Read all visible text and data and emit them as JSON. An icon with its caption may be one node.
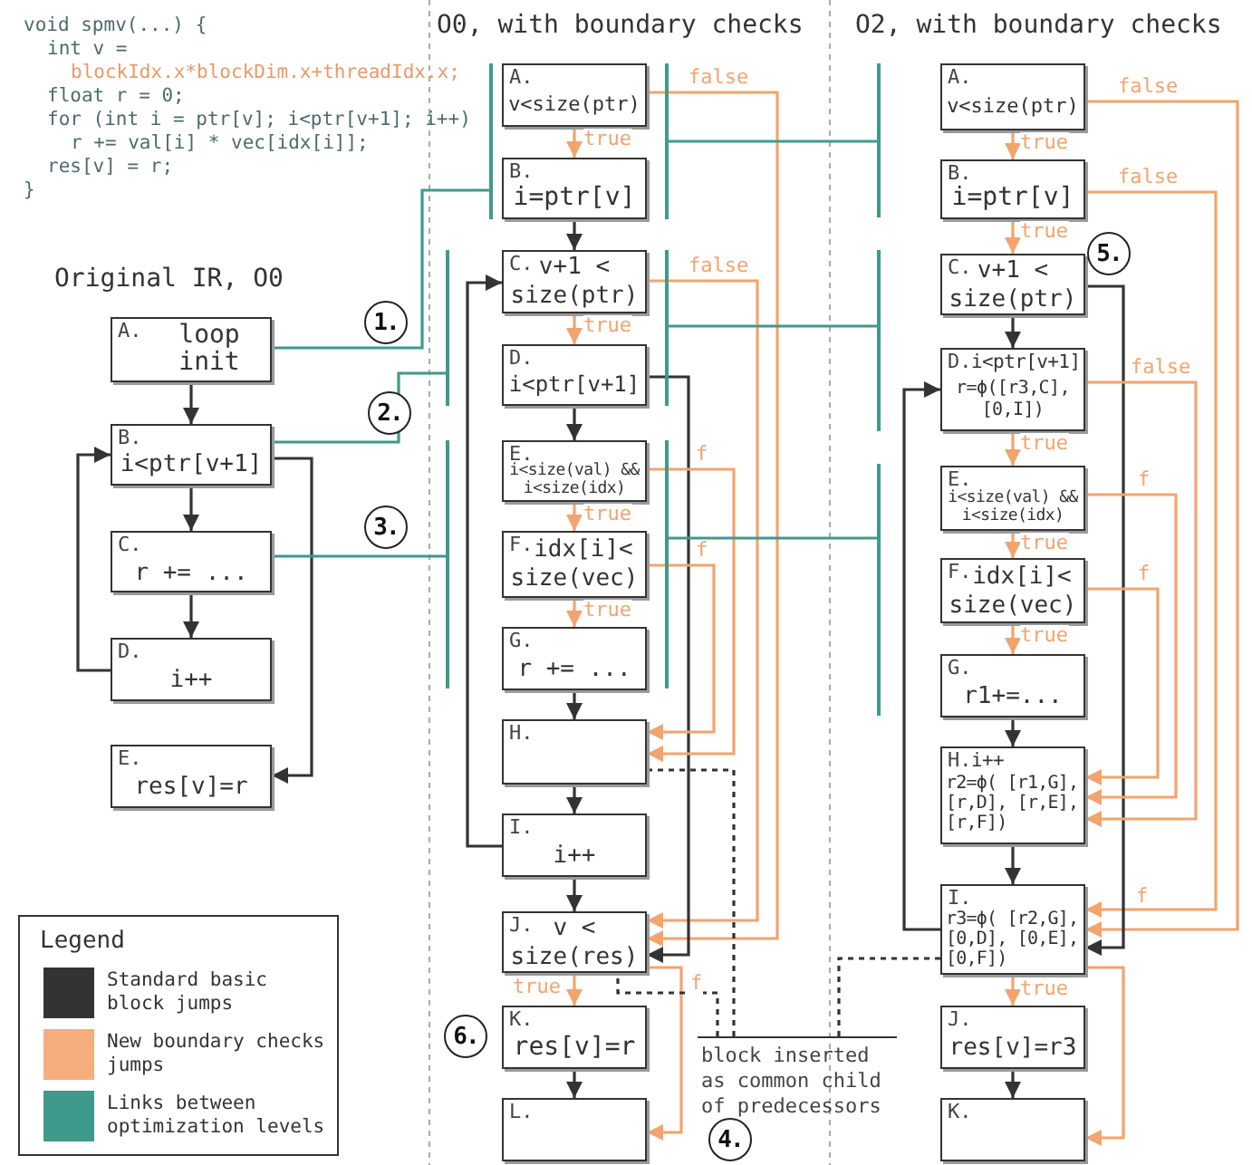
{
  "diagram": {
    "nodes": [
      {
        "text": [
          "A.",
          "loop init"
        ]
      },
      {
        "text": [
          "B.",
          "i<ptr[v+1]"
        ]
      },
      {
        "text": [
          "C.",
          "r += ..."
        ]
      },
      {
        "text": [
          "D.",
          "i++"
        ]
      },
      {
        "text": [
          "E.",
          "res[v]=r"
        ]
      },
      {
        "text": [
          "A.",
          "v<size(ptr)"
        ]
      },
      {
        "text": [
          "B.",
          "i=ptr[v]"
        ]
      },
      {
        "text": [
          "C.",
          "v+1 < size(ptr)"
        ]
      },
      {
        "text": [
          "D.",
          "i<ptr[v+1]"
        ]
      },
      {
        "text": [
          "E.",
          "i<size(val) && i<size(idx)"
        ]
      },
      {
        "text": [
          "F.",
          "idx[i]< size(vec)"
        ]
      },
      {
        "text": [
          "G.",
          "r += ..."
        ]
      },
      {
        "text": [
          "H."
        ]
      },
      {
        "text": [
          "I.",
          "i++"
        ]
      },
      {
        "text": [
          "J.",
          "v < size(res)"
        ]
      },
      {
        "text": [
          "K.",
          "res[v]=r"
        ]
      },
      {
        "text": [
          "L."
        ]
      },
      {
        "text": [
          "A.",
          "v<size(ptr)"
        ]
      },
      {
        "text": [
          "B.",
          "i=ptr[v]"
        ]
      },
      {
        "text": [
          "C.",
          "v+1 < size(ptr)"
        ]
      },
      {
        "text": [
          "D.",
          "i<ptr[v+1]",
          "r=ϕ([r3,C], [0,I])"
        ]
      },
      {
        "text": [
          "E.",
          "i<size(val) && i<size(idx)"
        ]
      },
      {
        "text": [
          "F.",
          "idx[i]< size(vec)"
        ]
      },
      {
        "text": [
          "G.",
          "r1+=..."
        ]
      },
      {
        "text": [
          "H.",
          "i++",
          "r2=ϕ( [r1,G],[r,D], [r,E],[r,F])"
        ]
      },
      {
        "text": [
          "I.",
          "r3=ϕ( [r2,G],[0,D], [0,E],[0,F])"
        ]
      },
      {
        "text": [
          "J.",
          "res[v]=r3"
        ]
      },
      {
        "text": [
          "K."
        ]
      },
      {
        "text": [],
        "shape": "bar"
      },
      {
        "text": [],
        "shape": "bar"
      },
      {
        "text": [],
        "shape": "bar"
      },
      {
        "text": [],
        "shape": "bar"
      },
      {
        "text": [],
        "shape": "bar"
      },
      {
        "text": [],
        "shape": "bar"
      },
      {
        "text": [],
        "shape": "bar"
      },
      {
        "text": [],
        "shape": "bar"
      },
      {
        "text": [],
        "shape": "bar"
      },
      {
        "text": [
          "block inserted as common child of predecessors"
        ],
        "beside": [
          "4."
        ]
      }
    ],
    "edges": [
      {
        "from": 0,
        "to": 1,
        "arrow": "to",
        "color": "#333333"
      },
      {
        "from": 1,
        "to": 2,
        "arrow": "to",
        "color": "#333333"
      },
      {
        "from": 2,
        "to": 3,
        "arrow": "to",
        "color": "#333333"
      },
      {
        "from": 3,
        "to": 1,
        "arrow": "to",
        "color": "#333333"
      },
      {
        "from": 1,
        "to": 4,
        "arrow": "to",
        "color": "#333333"
      },
      {
        "from": 5,
        "to": 6,
        "arrow": "to",
        "label": "true",
        "color": "#f2a46e"
      },
      {
        "from": 5,
        "to": 14,
        "arrow": "to",
        "label": "false",
        "color": "#f2a46e"
      },
      {
        "from": 6,
        "to": 7,
        "arrow": "to",
        "color": "#333333"
      },
      {
        "from": 7,
        "to": 8,
        "arrow": "to",
        "label": "true",
        "color": "#f2a46e"
      },
      {
        "from": 7,
        "to": 14,
        "arrow": "to",
        "label": "false",
        "color": "#f2a46e"
      },
      {
        "from": 8,
        "to": 9,
        "arrow": "to",
        "color": "#333333"
      },
      {
        "from": 8,
        "to": 14,
        "arrow": "to",
        "color": "#333333"
      },
      {
        "from": 9,
        "to": 10,
        "arrow": "to",
        "label": "true",
        "color": "#f2a46e"
      },
      {
        "from": 9,
        "to": 12,
        "arrow": "to",
        "label": "f",
        "color": "#f2a46e"
      },
      {
        "from": 10,
        "to": 11,
        "arrow": "to",
        "label": "true",
        "color": "#f2a46e"
      },
      {
        "from": 10,
        "to": 12,
        "arrow": "to",
        "label": "f",
        "color": "#f2a46e"
      },
      {
        "from": 11,
        "to": 12,
        "arrow": "to",
        "color": "#333333"
      },
      {
        "from": 12,
        "to": 13,
        "arrow": "to",
        "color": "#333333"
      },
      {
        "from": 13,
        "to": 14,
        "arrow": "to",
        "color": "#333333"
      },
      {
        "from": 13,
        "to": 7,
        "arrow": "to",
        "color": "#333333"
      },
      {
        "from": 14,
        "to": 15,
        "arrow": "to",
        "label": "true",
        "color": "#f2a46e"
      },
      {
        "from": 14,
        "to": 16,
        "arrow": "to",
        "label": "f",
        "color": "#f2a46e"
      },
      {
        "from": 15,
        "to": 16,
        "arrow": "to",
        "color": "#333333"
      },
      {
        "from": 17,
        "to": 18,
        "arrow": "to",
        "label": "true",
        "color": "#f2a46e"
      },
      {
        "from": 17,
        "to": 25,
        "arrow": "to",
        "label": "false",
        "color": "#f2a46e"
      },
      {
        "from": 18,
        "to": 19,
        "arrow": "to",
        "label": "true",
        "color": "#f2a46e"
      },
      {
        "from": 18,
        "to": 25,
        "arrow": "to",
        "label": "false",
        "color": "#f2a46e"
      },
      {
        "from": 19,
        "to": 20,
        "arrow": "to",
        "color": "#333333"
      },
      {
        "from": 19,
        "to": 25,
        "arrow": "to",
        "color": "#333333"
      },
      {
        "from": 20,
        "to": 21,
        "arrow": "to",
        "label": "true",
        "color": "#f2a46e"
      },
      {
        "from": 20,
        "to": 24,
        "arrow": "to",
        "label": "false",
        "color": "#f2a46e"
      },
      {
        "from": 21,
        "to": 22,
        "arrow": "to",
        "label": "true",
        "color": "#f2a46e"
      },
      {
        "from": 21,
        "to": 24,
        "arrow": "to",
        "label": "f",
        "color": "#f2a46e"
      },
      {
        "from": 22,
        "to": 23,
        "arrow": "to",
        "label": "true",
        "color": "#f2a46e"
      },
      {
        "from": 22,
        "to": 24,
        "arrow": "to",
        "label": "f",
        "color": "#f2a46e"
      },
      {
        "from": 23,
        "to": 24,
        "arrow": "to",
        "color": "#333333"
      },
      {
        "from": 24,
        "to": 25,
        "arrow": "to",
        "color": "#333333"
      },
      {
        "from": 25,
        "to": 20,
        "arrow": "to",
        "color": "#333333"
      },
      {
        "from": 25,
        "to": 26,
        "arrow": "to",
        "label": "true",
        "color": "#f2a46e"
      },
      {
        "from": 25,
        "to": 27,
        "arrow": "to",
        "color": "#f2a46e"
      },
      {
        "from": 26,
        "to": 27,
        "arrow": "to",
        "color": "#333333"
      },
      {
        "from": 0,
        "to": 28,
        "arrow": "none",
        "color": "#3f9a8c"
      },
      {
        "from": 1,
        "to": 30,
        "arrow": "none",
        "color": "#3f9a8c"
      },
      {
        "from": 2,
        "to": 32,
        "arrow": "none",
        "color": "#3f9a8c"
      },
      {
        "from": 29,
        "to": 34,
        "arrow": "none",
        "color": "#3f9a8c"
      },
      {
        "from": 31,
        "to": 35,
        "arrow": "none",
        "color": "#3f9a8c"
      },
      {
        "from": 33,
        "to": 36,
        "arrow": "none",
        "color": "#3f9a8c"
      },
      {
        "from": 37,
        "to": 12,
        "arrow": "none",
        "style": "dashed",
        "color": "#333333"
      },
      {
        "from": 37,
        "to": 14,
        "arrow": "none",
        "style": "dashed",
        "color": "#333333"
      },
      {
        "from": 37,
        "to": 25,
        "arrow": "none",
        "style": "dashed",
        "color": "#333333"
      }
    ],
    "labels": [
      "void spmv(...) {",
      "int v =",
      "blockIdx.x*blockDim.x+threadIdx.x;",
      "float r = 0;",
      "for (int i = ptr[v]; i<ptr[v+1]; i++)",
      "r += val[i] * vec[idx[i]];",
      "res[v] = r;",
      "}",
      "O0, with boundary checks",
      "O2, with boundary checks",
      "5.",
      "Original IR, O0",
      "1.",
      "2.",
      "3.",
      "f",
      "Legend",
      "6."
    ],
    "legend": [
      {
        "text": "Standard basic block jumps",
        "color": "#333333"
      },
      {
        "text": "New boundary checks jumps",
        "color": "#f5ad7d"
      },
      {
        "text": "Links between optimization levels",
        "color": "#3f9a8c"
      }
    ]
  }
}
